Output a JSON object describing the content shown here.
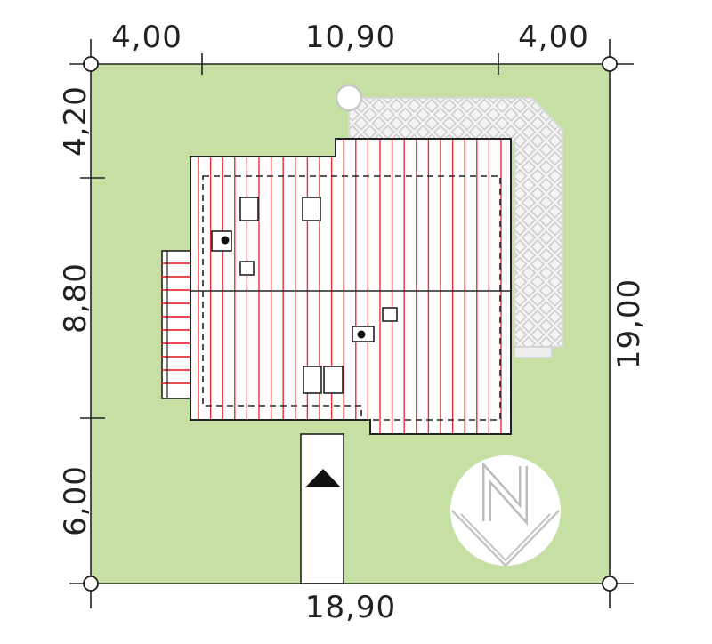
{
  "dimensions": {
    "top_left": "4,00",
    "top_middle": "10,90",
    "top_right": "4,00",
    "bottom": "18,90",
    "left_top": "4,20",
    "left_middle": "8,80",
    "left_bottom": "6,00",
    "right": "19,00"
  },
  "colors": {
    "plot": "#c6e0a4",
    "roof": "#ffffff",
    "roof_lines": "#e8303a",
    "outline": "#222222",
    "terrace": "#f4f4f4",
    "terrace_pattern": "#c8c8c8",
    "compass": "#ffffff",
    "compass_stroke": "#bdbdbd"
  },
  "icons": {
    "compass": "north-arrow-icon",
    "entrance": "entrance-arrow-icon",
    "corner": "corner-marker-icon"
  }
}
